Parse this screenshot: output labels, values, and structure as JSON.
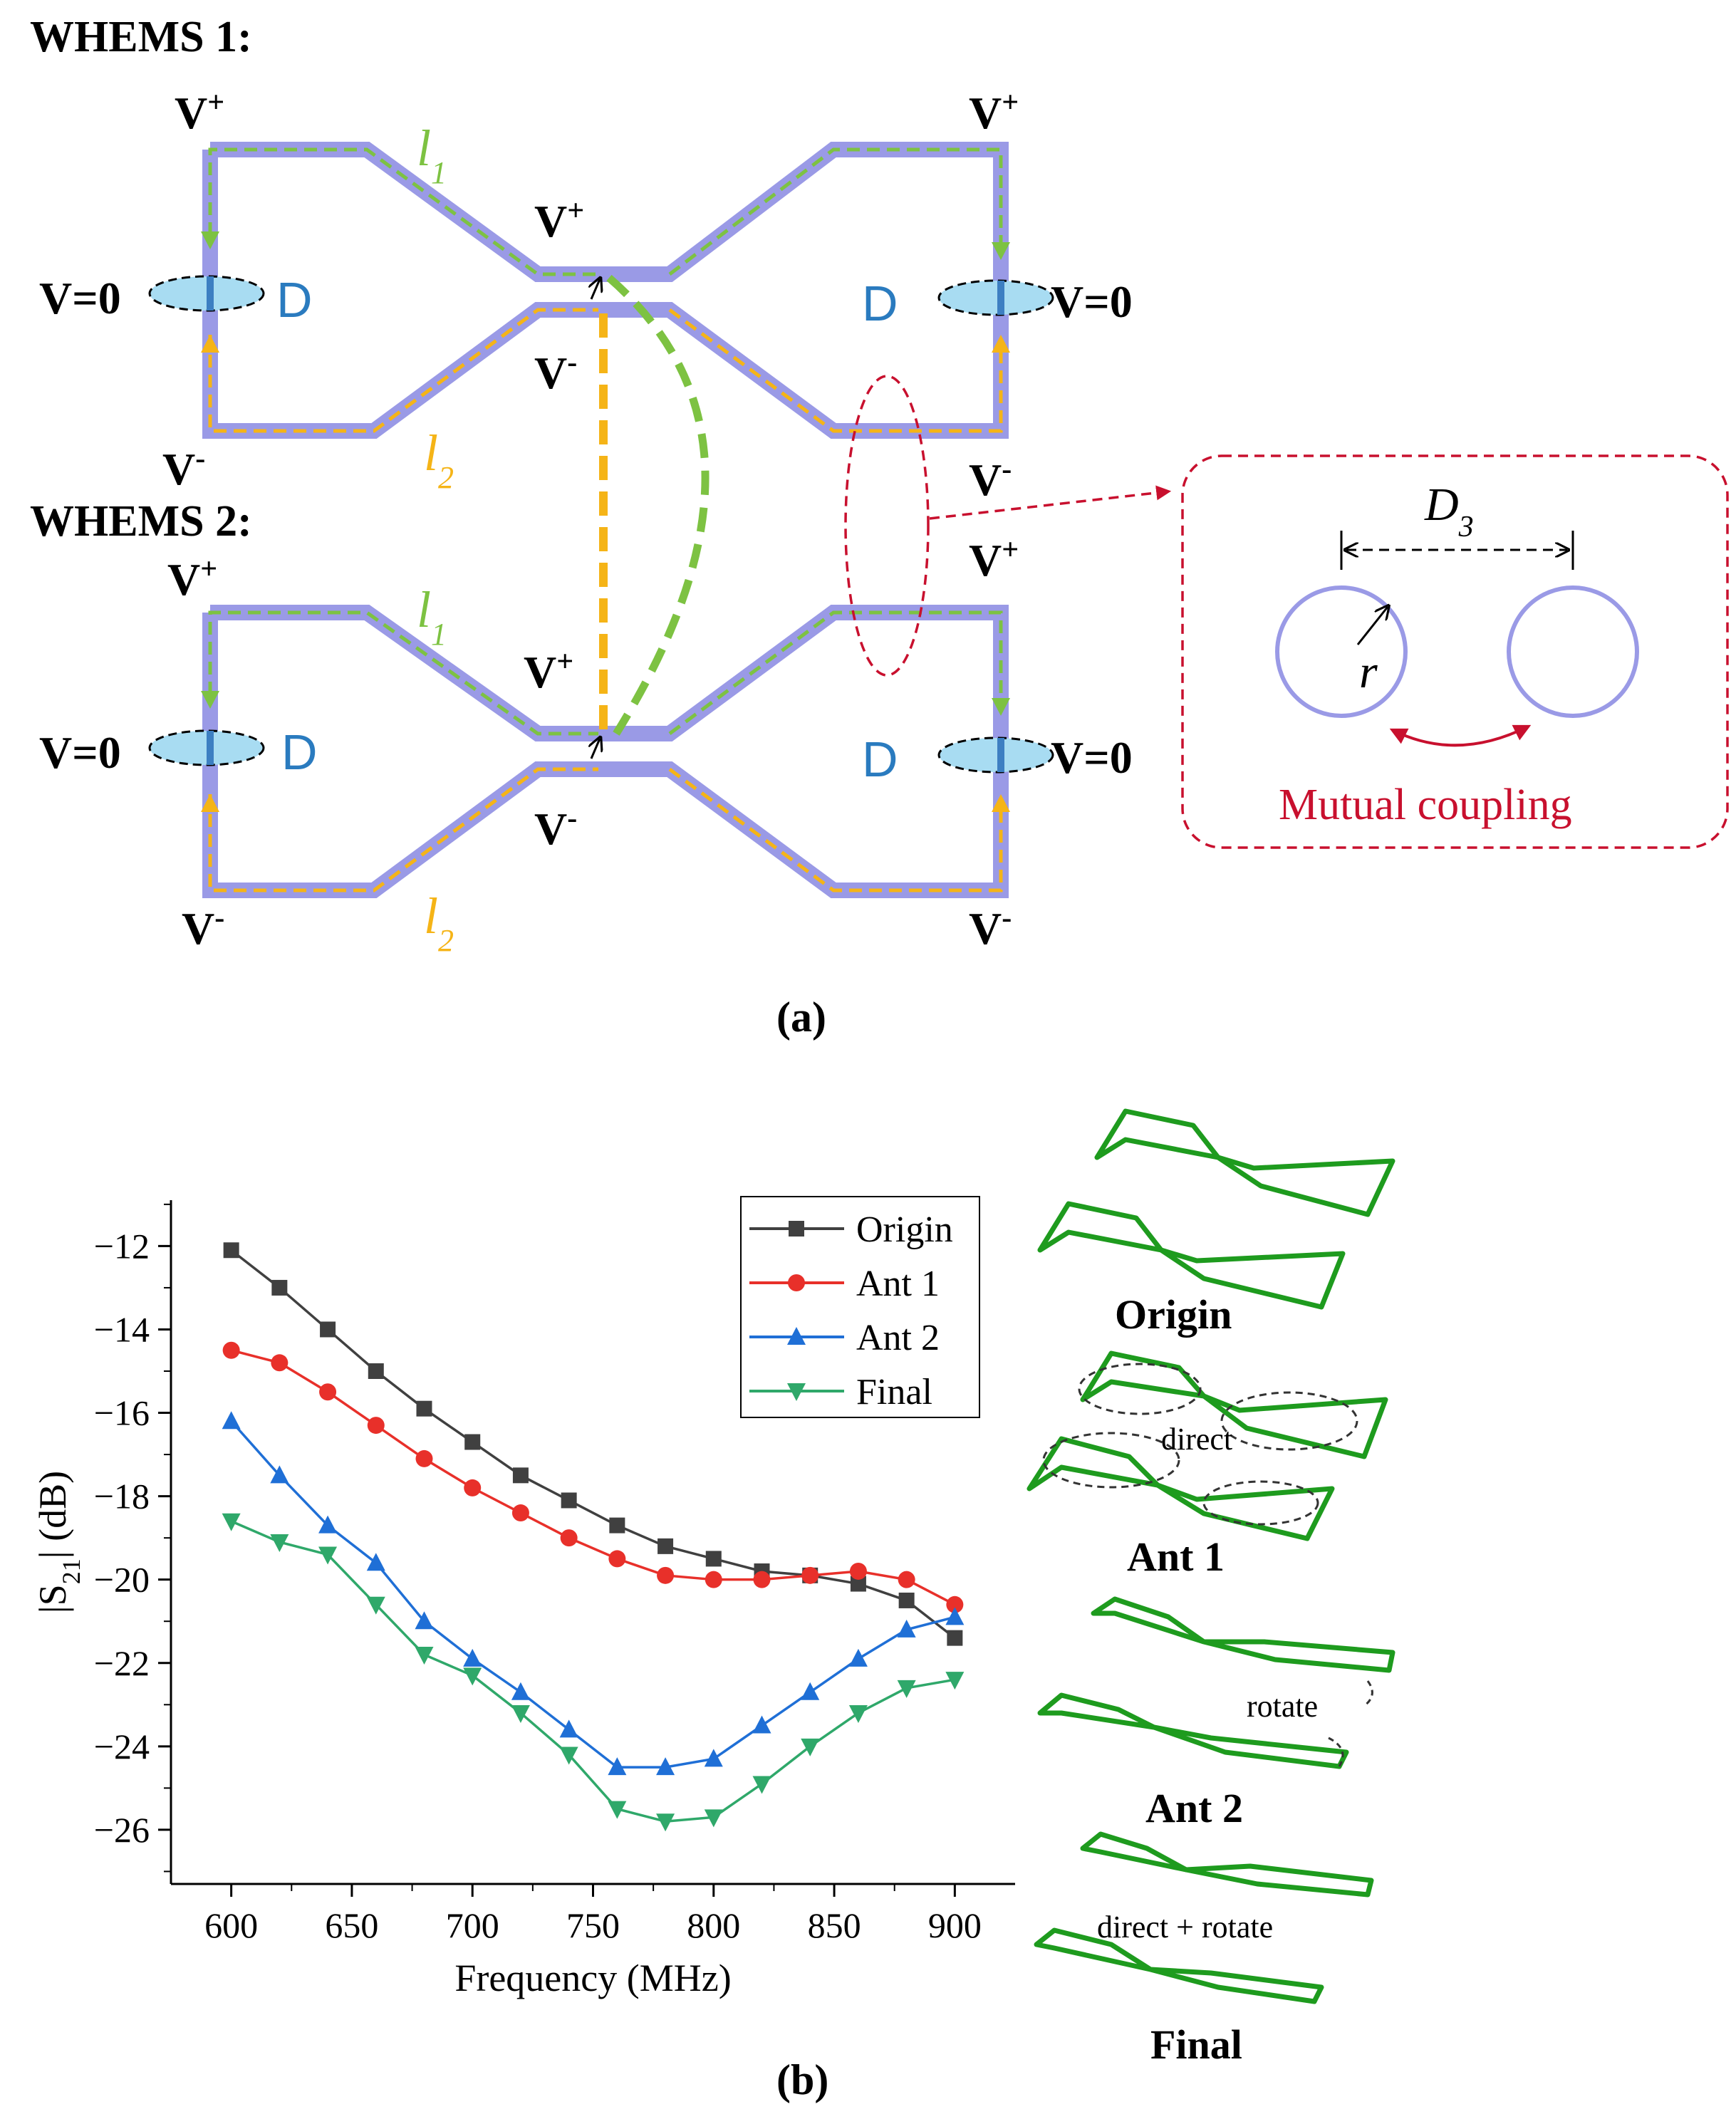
{
  "panel_a": {
    "whems1_title": "WHEMS 1:",
    "whems2_title": "WHEMS 2:",
    "v_plus": "V",
    "v_minus": "V",
    "sup_plus": "+",
    "sup_minus": "-",
    "v_zero": "V=0",
    "port_label": "D",
    "l1_main": "l",
    "l1_sub": "1",
    "l2_main": "l",
    "l2_sub": "2",
    "inset_dist_main": "D",
    "inset_dist_sub": "3",
    "inset_radius": "r",
    "mutual_coupling": "Mutual coupling",
    "caption": "(a)",
    "colors": {
      "trace": "#9a9ae6",
      "l1_current": "#7dc242",
      "l2_current": "#f5b417",
      "port": "#a8dcf2",
      "port_text": "#2a7bbf",
      "coupling": "#c8102e"
    }
  },
  "panel_b": {
    "caption": "(b)",
    "thumb_labels": {
      "origin": "Origin",
      "ant1": "Ant 1",
      "ant2": "Ant 2",
      "final": "Final"
    },
    "thumb_annotations": {
      "direct": "direct",
      "rotate": "rotate",
      "direct_rotate": "direct + rotate"
    },
    "thumb_color": "#1e9b1e"
  },
  "chart_data": {
    "type": "line",
    "title": "",
    "xlabel": "Frequency (MHz)",
    "ylabel_main": "|S",
    "ylabel_sub": "21",
    "ylabel_tail": "| (dB)",
    "xlim": [
      575,
      925
    ],
    "ylim": [
      -27.3,
      -10.9
    ],
    "xticks": [
      600,
      650,
      700,
      750,
      800,
      850,
      900
    ],
    "yticks": [
      -12,
      -14,
      -16,
      -18,
      -20,
      -22,
      -24,
      -26
    ],
    "xtick_labels": [
      "600",
      "650",
      "700",
      "750",
      "800",
      "850",
      "900"
    ],
    "ytick_labels": [
      "−12",
      "−14",
      "−16",
      "−18",
      "−20",
      "−22",
      "−24",
      "−26"
    ],
    "grid": false,
    "legend": "top-right",
    "x": [
      600,
      620,
      640,
      660,
      680,
      700,
      720,
      740,
      760,
      780,
      800,
      820,
      840,
      860,
      880,
      900
    ],
    "series": [
      {
        "name": "Origin",
        "color": "#404040",
        "marker": "square",
        "values": [
          -12.1,
          -13.0,
          -14.0,
          -15.0,
          -15.9,
          -16.7,
          -17.5,
          -18.1,
          -18.7,
          -19.2,
          -19.5,
          -19.8,
          -19.9,
          -20.1,
          -20.5,
          -21.4
        ]
      },
      {
        "name": "Ant 1",
        "color": "#e8302a",
        "marker": "circle",
        "values": [
          -14.5,
          -14.8,
          -15.5,
          -16.3,
          -17.1,
          -17.8,
          -18.4,
          -19.0,
          -19.5,
          -19.9,
          -20.0,
          -20.0,
          -19.9,
          -19.8,
          -20.0,
          -20.6
        ]
      },
      {
        "name": "Ant 2",
        "color": "#1f6fd6",
        "marker": "triangle-up",
        "values": [
          -16.2,
          -17.5,
          -18.7,
          -19.6,
          -21.0,
          -21.9,
          -22.7,
          -23.6,
          -24.5,
          -24.5,
          -24.3,
          -23.5,
          -22.7,
          -21.9,
          -21.2,
          -20.9
        ]
      },
      {
        "name": "Final",
        "color": "#2fa86a",
        "marker": "triangle-down",
        "values": [
          -18.6,
          -19.1,
          -19.4,
          -20.6,
          -21.8,
          -22.3,
          -23.2,
          -24.2,
          -25.5,
          -25.8,
          -25.7,
          -24.9,
          -24.0,
          -23.2,
          -22.6,
          -22.4
        ]
      }
    ]
  }
}
